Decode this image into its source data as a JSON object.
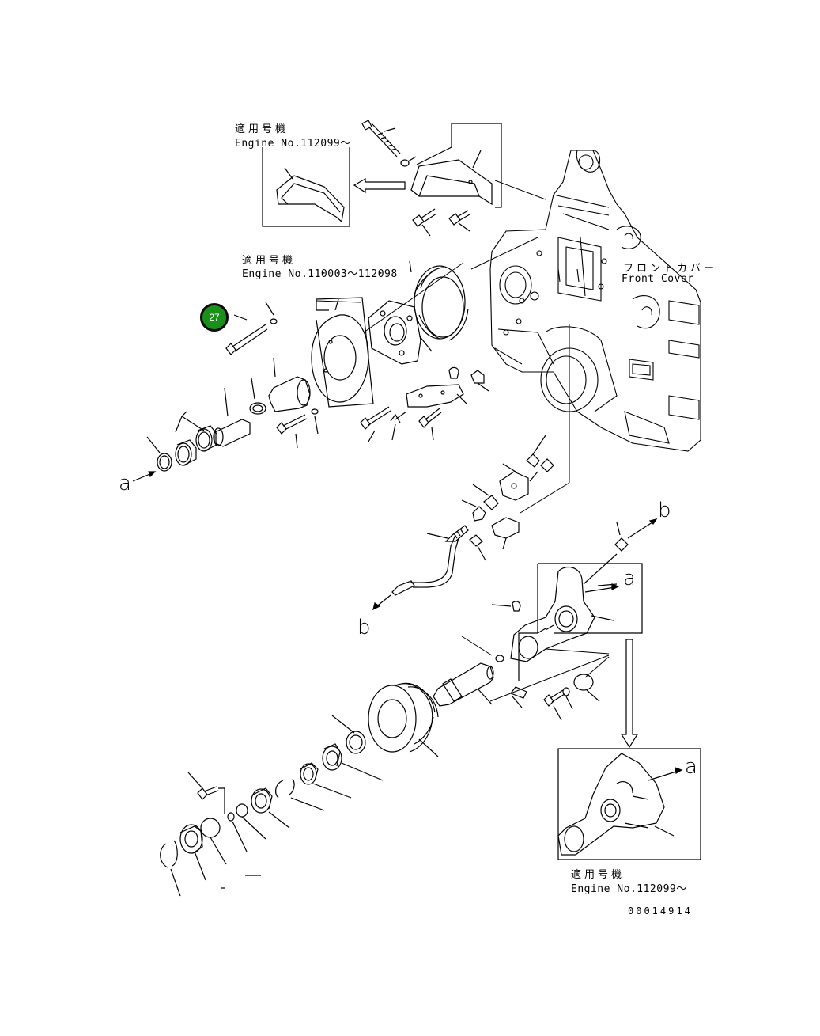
{
  "notes": {
    "top": {
      "jp": "適用号機",
      "en": "Engine No.112099～"
    },
    "mid": {
      "jp": "適用号機",
      "en": "Engine No.110003～112098"
    },
    "bottom": {
      "jp": "適用号機",
      "en": "Engine No.112099～"
    }
  },
  "front_cover": {
    "jp": "フロントカバー",
    "en": "Front Cover"
  },
  "view_letters": {
    "a": "a",
    "b": "b"
  },
  "callout": {
    "number": "27",
    "color": "#1a8f1a"
  },
  "drawing_code": "00014914"
}
